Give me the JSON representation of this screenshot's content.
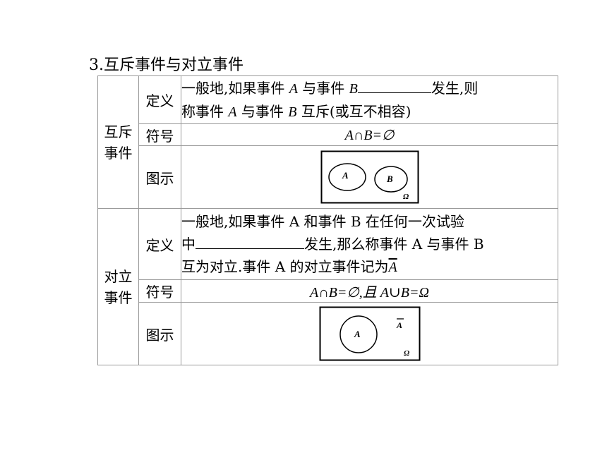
{
  "heading": "3.互斥事件与对立事件",
  "exclusive": {
    "category_line1": "互斥",
    "category_line2": "事件",
    "definition_label": "定义",
    "definition_part1": "一般地,如果事件 ",
    "var_a": "A",
    "definition_part2": " 与事件 ",
    "var_b": "B",
    "definition_part3": "发生,则",
    "definition_line2_part1": "称事件 ",
    "definition_line2_var_a": "A",
    "definition_line2_part2": " 与事件 ",
    "definition_line2_var_b": "B",
    "definition_line2_part3": " 互斥(或互不相容)",
    "symbol_label": "符号",
    "symbol": "A∩B=∅",
    "diagram_label": "图示",
    "venn_a": "A",
    "venn_b": "B",
    "venn_universe": "Ω"
  },
  "opposite": {
    "category_line1": "对立",
    "category_line2": "事件",
    "definition_label": "定义",
    "definition_line1": "一般地,如果事件  A  和事件  B  在任何一次试验",
    "definition_line2_part1": "中",
    "definition_line2_part2": "发生,那么称事件 A 与事件 B",
    "definition_line3_part1": "互为对立.事件 A 的对立事件记为",
    "complement_symbol": "A",
    "symbol_label": "符号",
    "symbol": "A∩B=∅,且 A∪B=Ω",
    "diagram_label": "图示",
    "venn_a": "A",
    "venn_complement": "A",
    "venn_universe": "Ω"
  }
}
